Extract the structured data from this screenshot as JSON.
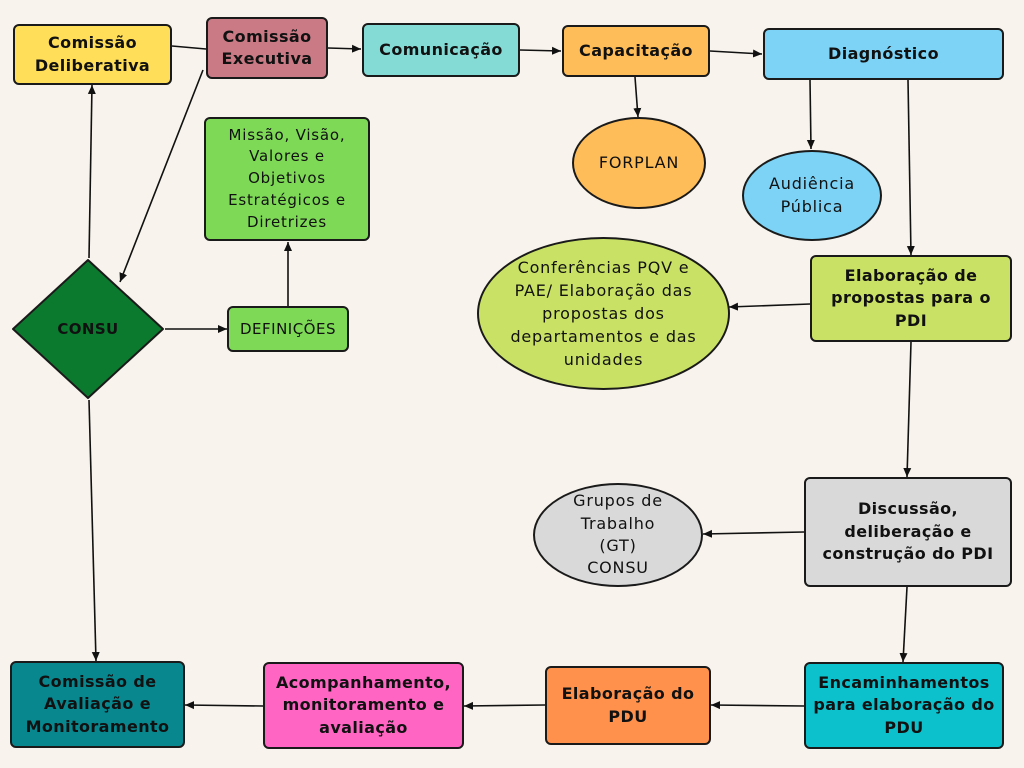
{
  "nodes": {
    "comissao_deliberativa": "Comissão Deliberativa",
    "comissao_executiva": "Comissão Executiva",
    "comunicacao": "Comunicação",
    "capacitacao": "Capacitação",
    "diagnostico": "Diagnóstico",
    "forplan": "FORPLAN",
    "audiencia_publica": "Audiência Pública",
    "missao": "Missão, Visão, Valores e Objetivos Estratégicos e Diretrizes",
    "consu": "CONSU",
    "definicoes": "DEFINIÇÕES",
    "conferencias": "Conferências PQV e PAE/ Elaboração das propostas dos departamentos e das unidades",
    "elaboracao_propostas": "Elaboração de propostas para o PDI",
    "grupos_trabalho": "Grupos de Trabalho (GT) CONSU",
    "discussao": "Discussão, deliberação e construção do PDI",
    "comissao_avaliacao": "Comissão de Avaliação e Monitoramento",
    "acompanhamento": "Acompanhamento, monitoramento e avaliação",
    "elaboracao_pdu": "Elaboração do PDU",
    "encaminhamentos": "Encaminhamentos para elaboração do PDU"
  },
  "colors": {
    "comissao_deliberativa": "#ffde59",
    "comissao_executiva": "#c97a85",
    "comunicacao": "#84dbd6",
    "capacitacao": "#ffbd59",
    "diagnostico": "#7cd3f6",
    "forplan": "#ffbd59",
    "audiencia_publica": "#7cd3f6",
    "missao": "#7ed957",
    "consu": "#0b7a2e",
    "definicoes": "#7ed957",
    "conferencias": "#c9e265",
    "elaboracao_propostas": "#c9e265",
    "grupos_trabalho": "#d9d9d9",
    "discussao": "#d9d9d9",
    "comissao_avaliacao": "#08878f",
    "acompanhamento": "#ff66c4",
    "elaboracao_pdu": "#ff914d",
    "encaminhamentos": "#0cc0cc"
  }
}
